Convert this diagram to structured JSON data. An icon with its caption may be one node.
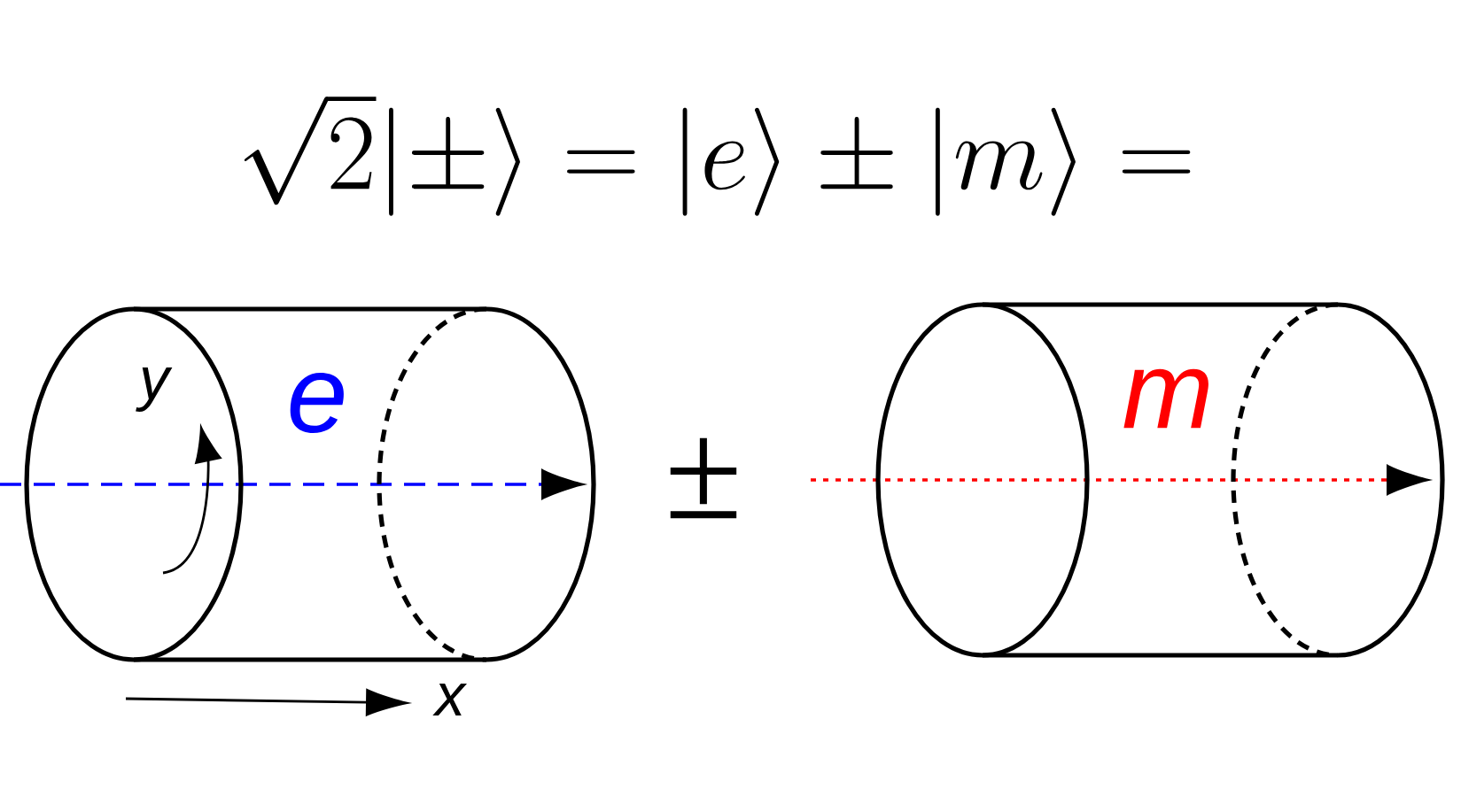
{
  "diagram": {
    "nodes": [
      {
        "text": [
          "e"
        ]
      },
      {
        "text": [
          "m"
        ]
      }
    ],
    "labels": [
      "\\sqrt{2}|\\pm\\rangle = |e\\rangle \\pm |m\\rangle =",
      "±",
      "y",
      "x"
    ]
  }
}
